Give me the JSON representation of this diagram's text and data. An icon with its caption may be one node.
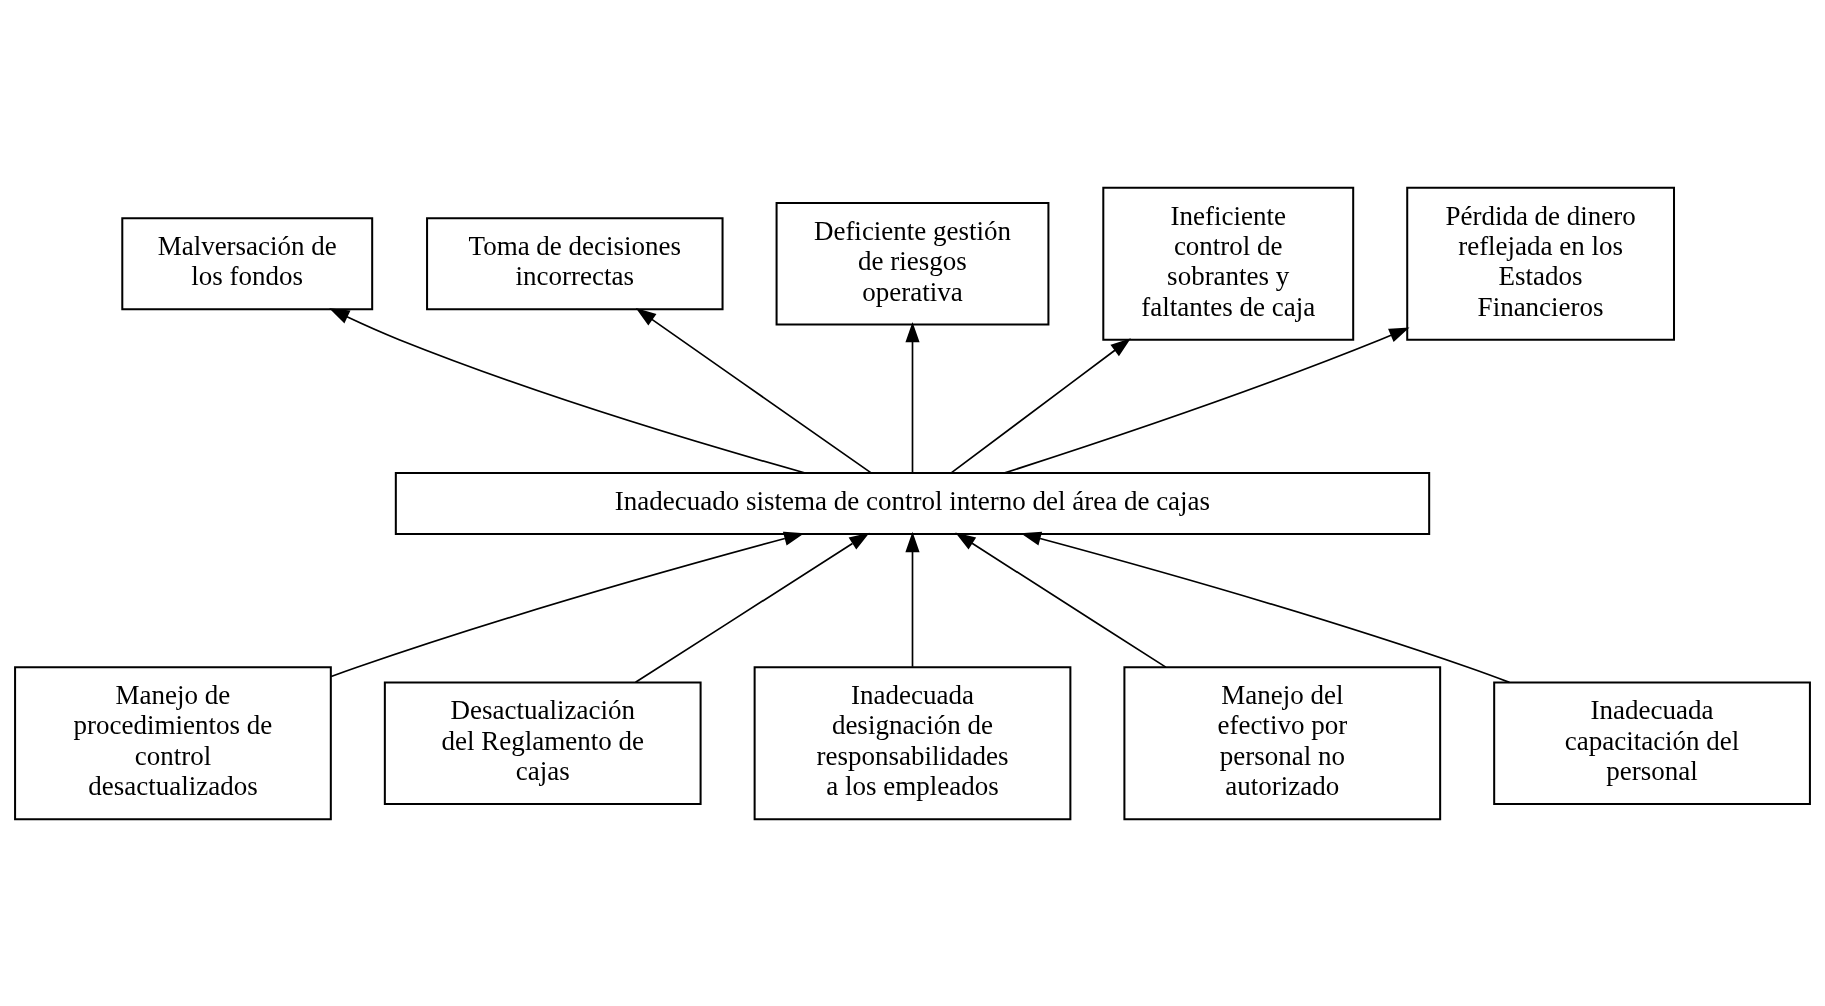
{
  "diagram": {
    "nodes": [
      {
        "text": [
          "Malversación de los fondos"
        ]
      },
      {
        "text": [
          "Toma de decisiones incorrectas"
        ]
      },
      {
        "text": [
          "Deficiente gestión de riesgos operativa"
        ]
      },
      {
        "text": [
          "Ineficiente control de sobrantes y faltantes de caja"
        ]
      },
      {
        "text": [
          "Pérdida de dinero reflejada en los Estados Financieros"
        ]
      },
      {
        "text": [
          "Inadecuado sistema de control interno del área de cajas"
        ]
      },
      {
        "text": [
          "Manejo de procedimientos de control desactualizados"
        ]
      },
      {
        "text": [
          "Desactualización del Reglamento de cajas"
        ]
      },
      {
        "text": [
          "Inadecuada designación de responsabilidades a los empleados"
        ]
      },
      {
        "text": [
          "Manejo del efectivo por personal no autorizado"
        ]
      },
      {
        "text": [
          "Inadecuada capacitación del personal"
        ]
      }
    ],
    "edges": [
      {
        "from": 5,
        "to": 0,
        "arrow": "to"
      },
      {
        "from": 5,
        "to": 1,
        "arrow": "to"
      },
      {
        "from": 5,
        "to": 2,
        "arrow": "to"
      },
      {
        "from": 5,
        "to": 3,
        "arrow": "to"
      },
      {
        "from": 5,
        "to": 4,
        "arrow": "to"
      },
      {
        "from": 6,
        "to": 5,
        "arrow": "to"
      },
      {
        "from": 7,
        "to": 5,
        "arrow": "to"
      },
      {
        "from": 8,
        "to": 5,
        "arrow": "to"
      },
      {
        "from": 9,
        "to": 5,
        "arrow": "to"
      },
      {
        "from": 10,
        "to": 5,
        "arrow": "to"
      }
    ]
  }
}
